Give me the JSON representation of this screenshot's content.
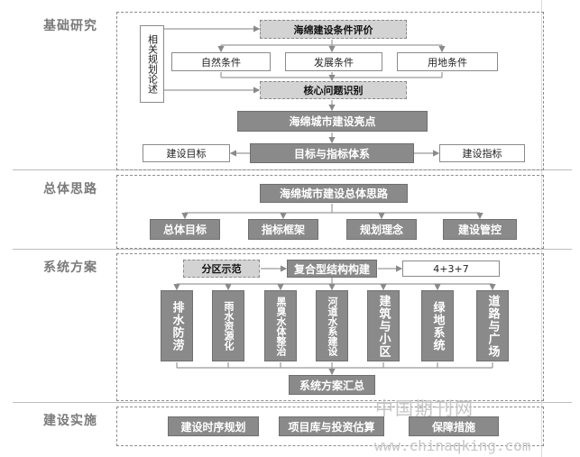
{
  "sections": {
    "basic_research": "基础研究",
    "overall_approach": "总体思路",
    "system_plan": "系统方案",
    "implementation": "建设实施"
  },
  "basic": {
    "side_label": "相关规划论述",
    "evaluation": "海绵建设条件评价",
    "conditions": [
      "自然条件",
      "发展条件",
      "用地条件"
    ],
    "core_issue": "核心问题识别",
    "highlight": "海绵城市建设亮点",
    "goal_system": "目标与指标体系",
    "goal": "建设目标",
    "indicator": "建设指标"
  },
  "approach": {
    "title": "海绵城市建设总体思路",
    "items": [
      "总体目标",
      "指标框架",
      "规划理念",
      "建设管控"
    ]
  },
  "system": {
    "zoning": "分区示范",
    "compound": "复合型结构构建",
    "formula": "4+3+7",
    "columns": [
      "排水防涝",
      "雨水资源化",
      "黑臭水体整治",
      "河道水系建设",
      "建筑与小区",
      "绿地系统",
      "道路与广场"
    ],
    "summary": "系统方案汇总"
  },
  "implementation": {
    "items": [
      "建设时序规划",
      "项目库与投资估算",
      "保障措施"
    ]
  },
  "watermark": {
    "cn": "中国期刊网",
    "url": "www.chinaqking.com"
  }
}
